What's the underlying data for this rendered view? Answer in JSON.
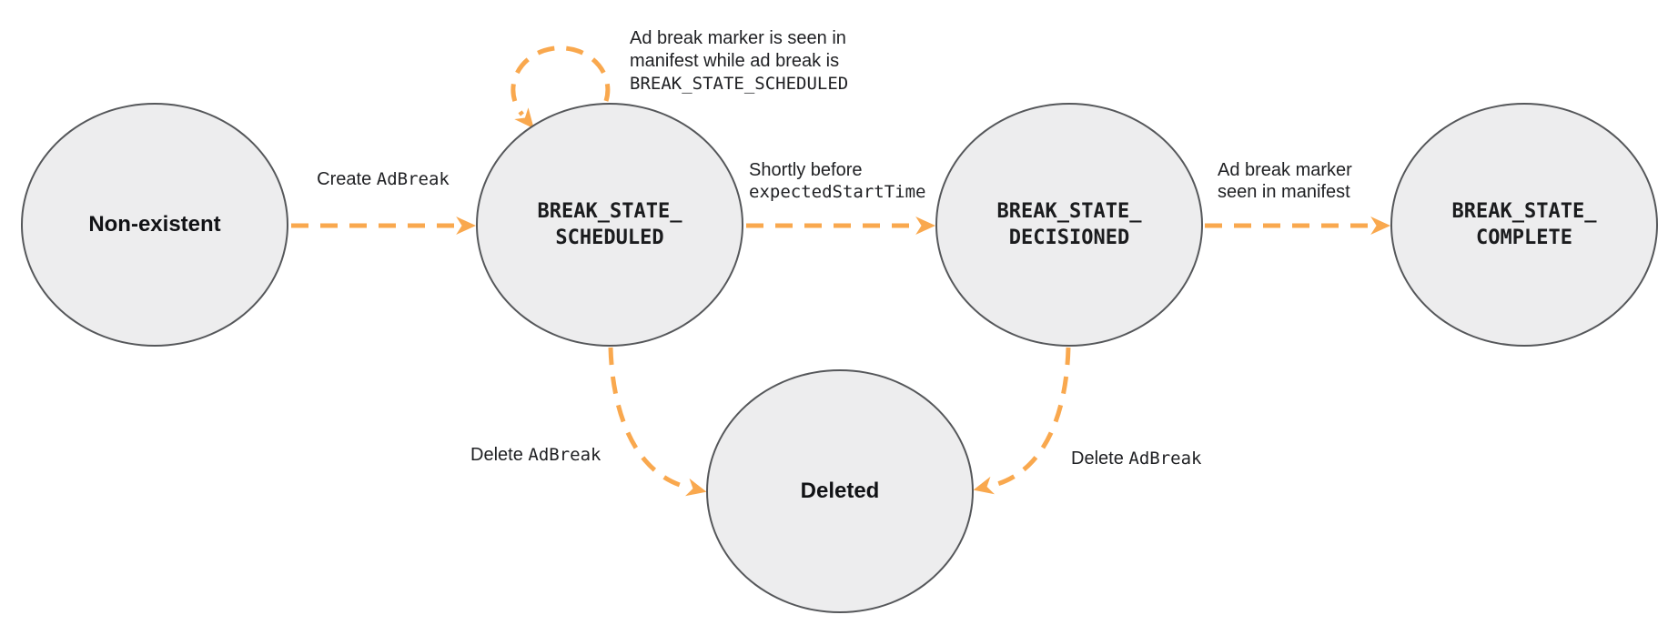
{
  "colors": {
    "arrow": "#F9A84E",
    "node_fill": "#EDEDEE",
    "node_border": "#55575A",
    "text": "#202124"
  },
  "states": {
    "non_existent": {
      "label": "Non-existent"
    },
    "scheduled": {
      "line1": "BREAK_STATE_",
      "line2": "SCHEDULED"
    },
    "decisioned": {
      "line1": "BREAK_STATE_",
      "line2": "DECISIONED"
    },
    "complete": {
      "line1": "BREAK_STATE_",
      "line2": "COMPLETE"
    },
    "deleted": {
      "label": "Deleted"
    }
  },
  "transitions": {
    "create": {
      "from": "Non-existent",
      "to": "BREAK_STATE_SCHEDULED",
      "text": "Create ",
      "code": "AdBreak"
    },
    "marker_while_scheduled": {
      "from": "BREAK_STATE_SCHEDULED",
      "to": "BREAK_STATE_SCHEDULED",
      "line1": "Ad break marker is seen in",
      "line2": "manifest while ad break is",
      "code": "BREAK_STATE_SCHEDULED"
    },
    "decision": {
      "from": "BREAK_STATE_SCHEDULED",
      "to": "BREAK_STATE_DECISIONED",
      "text": "Shortly before",
      "code": "expectedStartTime"
    },
    "complete": {
      "from": "BREAK_STATE_DECISIONED",
      "to": "BREAK_STATE_COMPLETE",
      "line1": "Ad break marker",
      "line2": "seen in manifest"
    },
    "delete_scheduled": {
      "from": "BREAK_STATE_SCHEDULED",
      "to": "Deleted",
      "text": "Delete ",
      "code": "AdBreak"
    },
    "delete_decisioned": {
      "from": "BREAK_STATE_DECISIONED",
      "to": "Deleted",
      "text": "Delete ",
      "code": "AdBreak"
    }
  }
}
